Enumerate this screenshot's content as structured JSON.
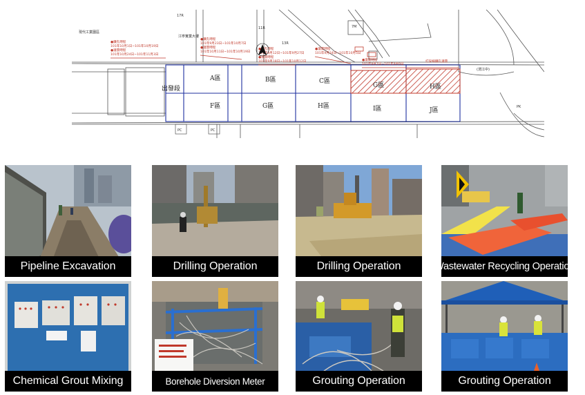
{
  "plan": {
    "zones_top": [
      "A區",
      "B區",
      "C區",
      "G區",
      "H區"
    ],
    "zones_bottom": [
      "F區",
      "G區",
      "H區",
      "I區",
      "J區"
    ],
    "start_label": "出發段",
    "parking": [
      "PC",
      "PC"
    ],
    "road_labels": [
      "17R",
      "11R",
      "13R",
      "7M",
      "(渭江中)",
      "PK"
    ],
    "building_label": "現代工業園區",
    "building2_label": "江寧實業大樓",
    "notes": [
      "●鑽孔時程",
      "101年10月1日~101年10月19日",
      "●灌漿時程",
      "101年10月24日~101年11月3日",
      "●鑽孔時程",
      "101年9月23日~101年10月7日",
      "●灌漿時程",
      "101年10月11日~101年10月19日",
      "●鑽孔時程",
      "101年9月12日~101年9月27日",
      "●灌漿時程",
      "101年9月18日~101年10月12日",
      "●灌漿時程",
      "101年9月24日~101年10月5日",
      "●灌漿時程",
      "101年9月1日~101年9月9日",
      "打穿線鑽孔灌漿"
    ],
    "hatch_color": "#c0392b",
    "line_color": "#1c2f9e"
  },
  "photos": [
    {
      "caption": "Pipeline Excavation",
      "scene": "excavation"
    },
    {
      "caption": "Drilling Operation",
      "scene": "drilling1"
    },
    {
      "caption": "Drilling Operation",
      "scene": "drilling2"
    },
    {
      "caption": "Wastewater Recycling Operation",
      "scene": "wastewater"
    },
    {
      "caption": "Chemical Grout Mixing",
      "scene": "mixing"
    },
    {
      "caption": "Borehole Diversion Meter",
      "scene": "meter"
    },
    {
      "caption": "Grouting Operation",
      "scene": "grouting1"
    },
    {
      "caption": "Grouting Operation",
      "scene": "grouting2"
    }
  ]
}
